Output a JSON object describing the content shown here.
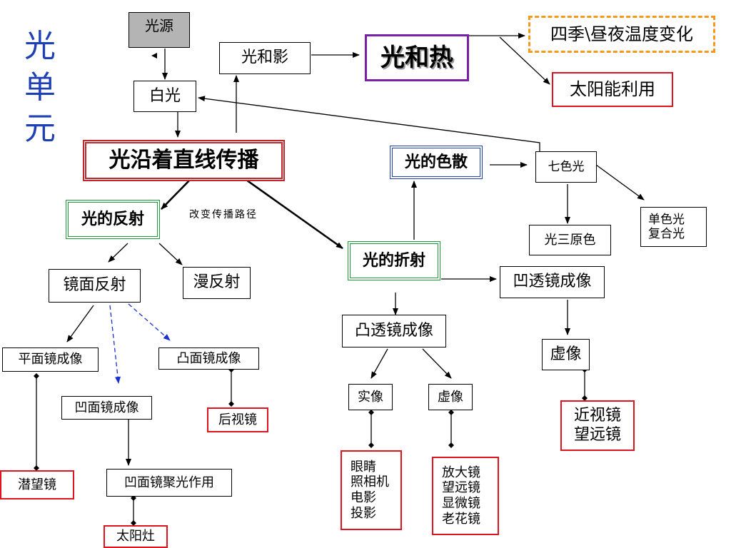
{
  "title": [
    "光",
    "单",
    "元"
  ],
  "nodes": {
    "light_source": "光源",
    "white_light": "白光",
    "light_and_shadow": "光和影",
    "light_and_heat": "光和热",
    "season_temp": "四季\\昼夜温度变化",
    "solar_use": "太阳能利用",
    "straight_line": "光沿着直线传播",
    "reflection": "光的反射",
    "change_path": "改变传播路径",
    "dispersion": "光的色散",
    "seven_colors": "七色光",
    "single_compound": [
      "单色光",
      "复合光"
    ],
    "three_primary": "光三原色",
    "refraction": "光的折射",
    "concave_lens_image": "凹透镜成像",
    "virtual_image_right": "虚像",
    "myopia_telescope": [
      "近视镜",
      "望远镜"
    ],
    "convex_lens_image": "凸透镜成像",
    "real_image": "实像",
    "virtual_image": "虚像",
    "real_uses": [
      "眼睛",
      "照相机",
      "电影",
      "投影"
    ],
    "virtual_uses": [
      "放大镜",
      "望远镜",
      "显微镜",
      "老花镜"
    ],
    "mirror_reflection": "镜面反射",
    "diffuse_reflection": "漫反射",
    "plane_mirror": "平面镜成像",
    "convex_mirror": "凸面镜成像",
    "rear_mirror": "后视镜",
    "concave_mirror": "凹面镜成像",
    "periscope": "潜望镜",
    "concave_focus": "凹面镜聚光作用",
    "solar_cooker": "太阳灶"
  },
  "colors": {
    "title_blue": "#1f3fb5",
    "green_border": "#1e9a3a",
    "red_border": "#e0141e",
    "double_red": "#c0282d",
    "blue_border": "#1f3fb5",
    "purple_border": "#7a1fa8",
    "orange_dash": "#f39a1e",
    "gray_fill": "#b4b4b4",
    "dashed_arrow": "#1a2fcf"
  }
}
